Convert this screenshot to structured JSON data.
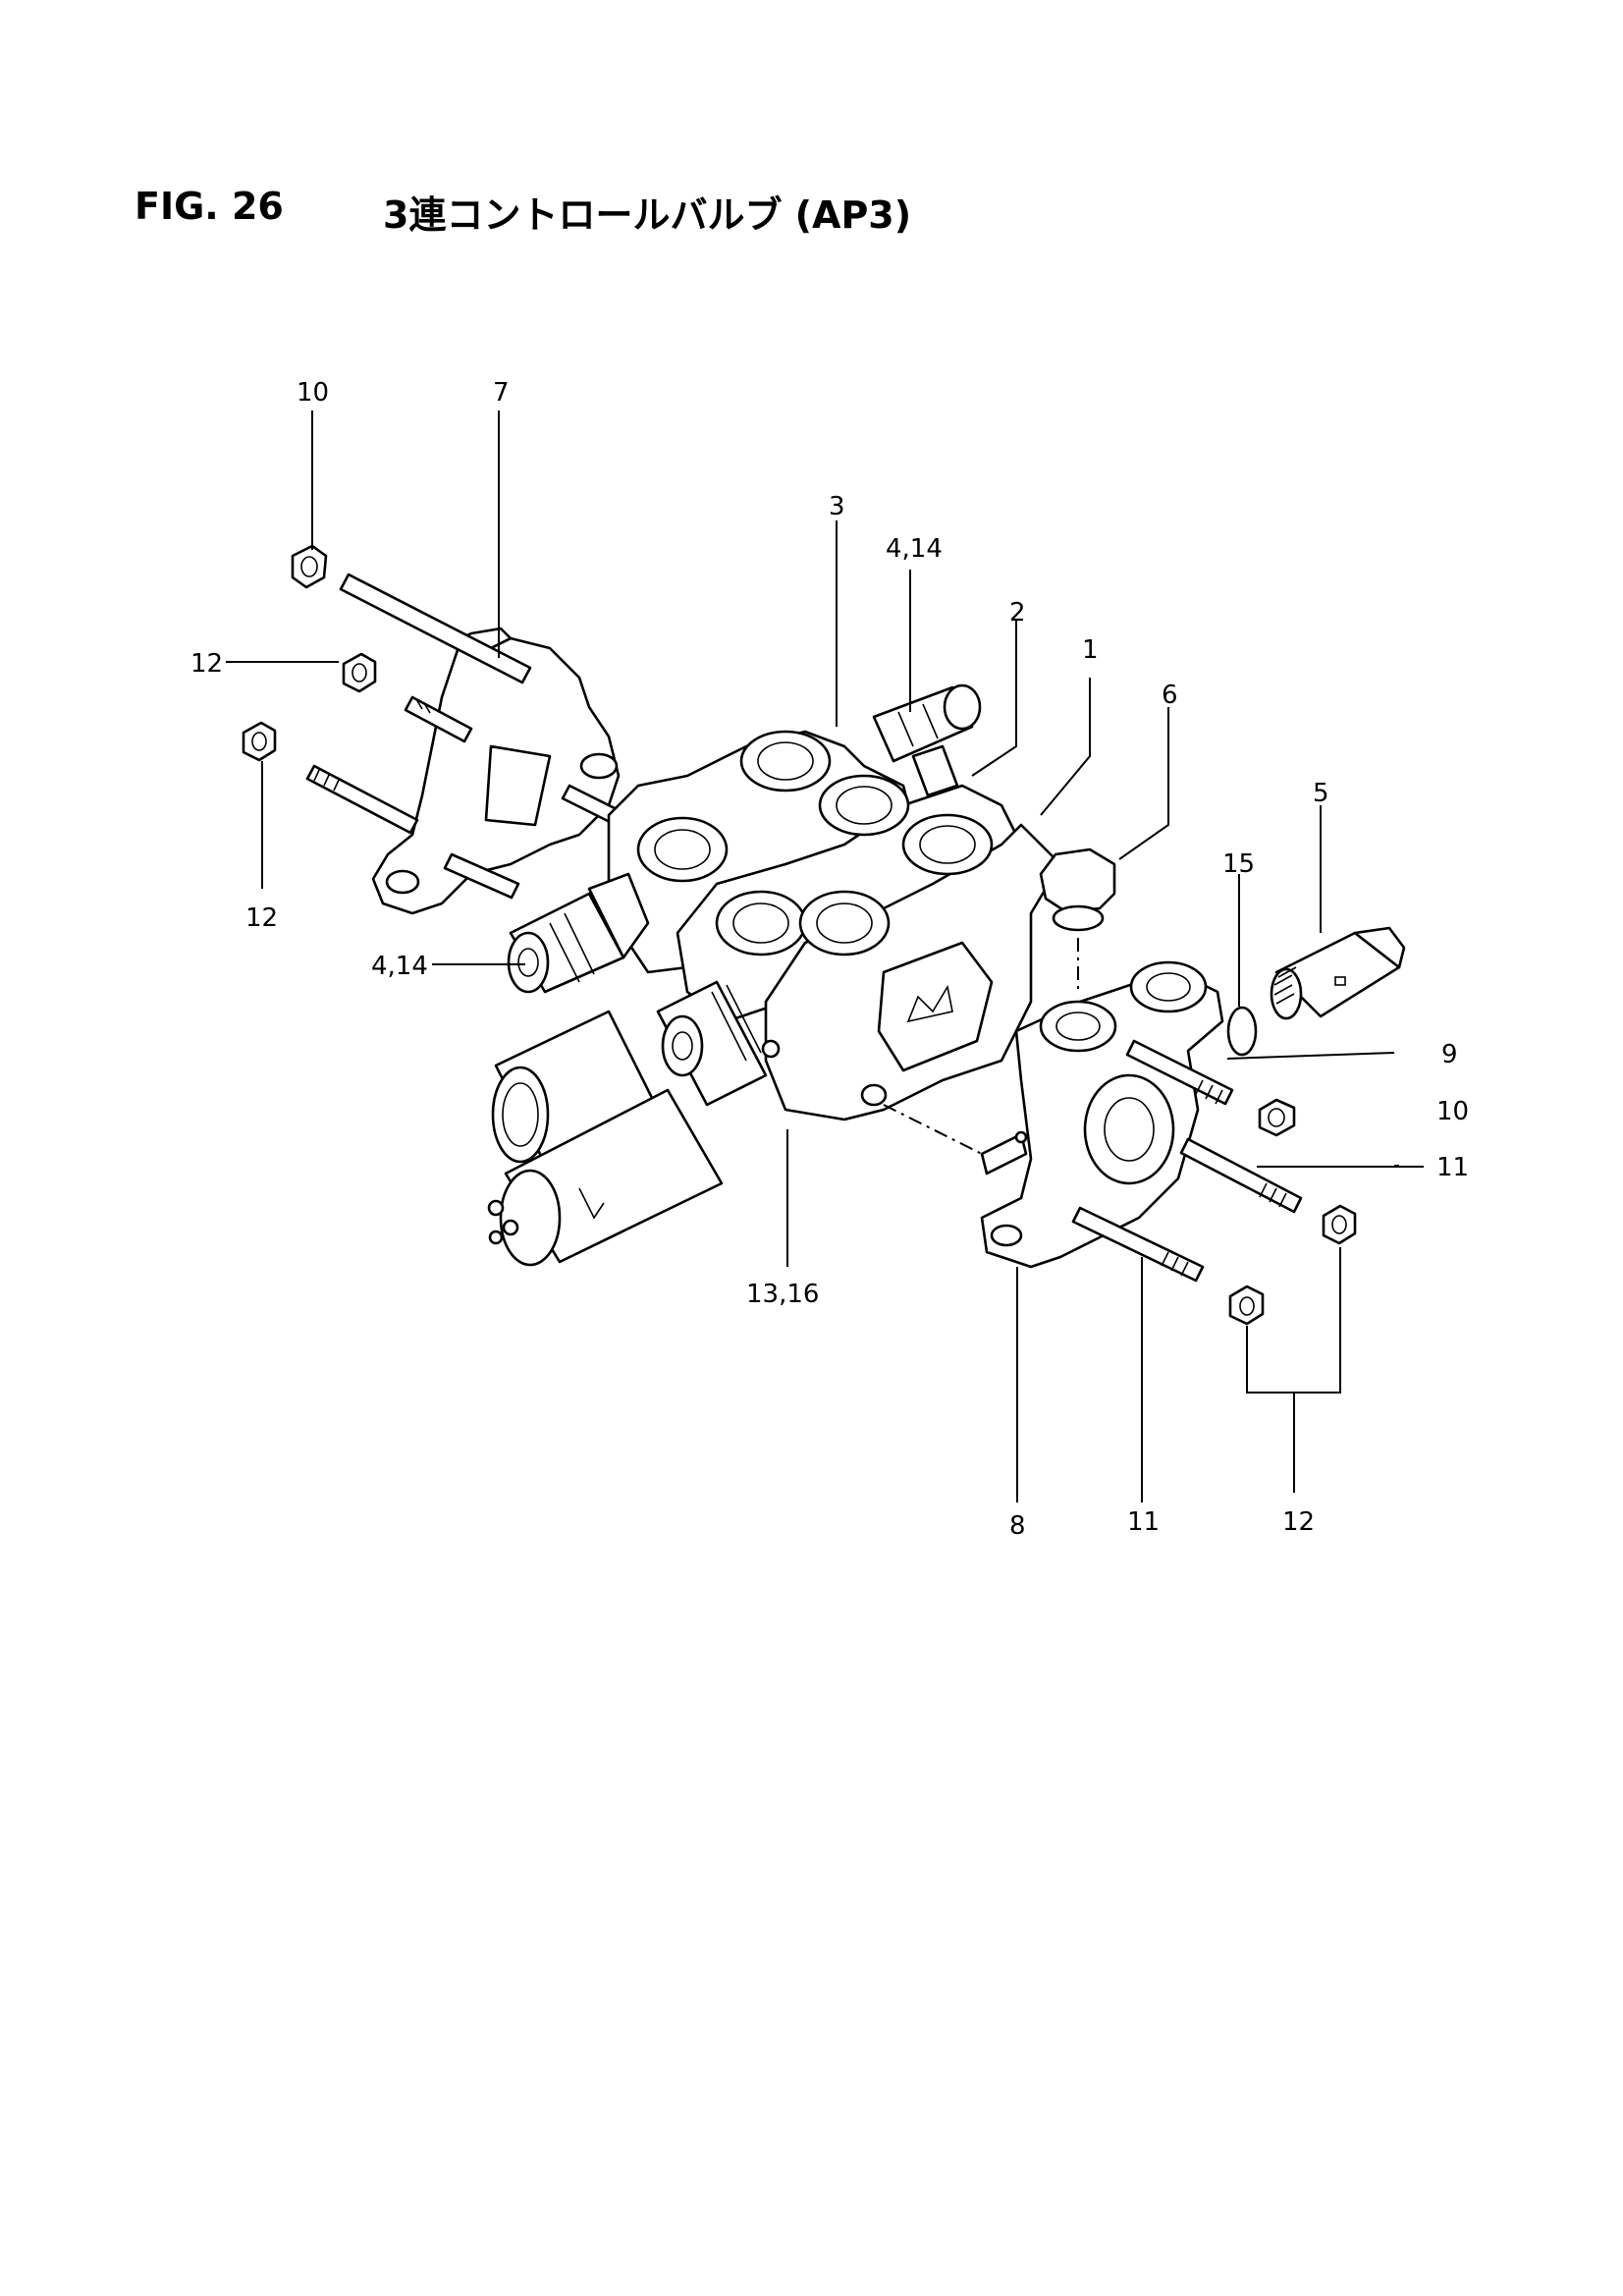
{
  "figure": {
    "number": "FIG. 26",
    "title": "3連コントロールバルブ (AP3)"
  },
  "callouts": {
    "c1": "1",
    "c2": "2",
    "c3": "3",
    "c4_14_top": "4,14",
    "c4_14_left": "4,14",
    "c5": "5",
    "c6": "6",
    "c7": "7",
    "c8": "8",
    "c9": "9",
    "c10_top": "10",
    "c10_right": "10",
    "c11_right": "11",
    "c11_bottom": "11",
    "c12_upper": "12",
    "c12_left": "12",
    "c12_bottom": "12",
    "c13_16": "13,16",
    "c15": "15"
  }
}
